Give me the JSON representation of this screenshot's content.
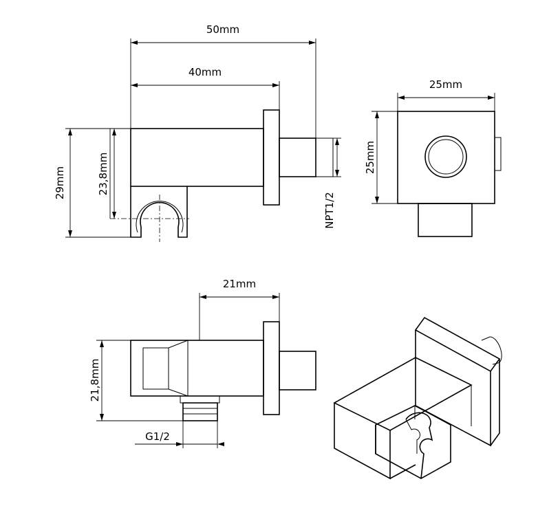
{
  "dimensions": {
    "side_total_length": "50mm",
    "side_body_length": "40mm",
    "side_total_height": "29mm",
    "side_body_height": "23,8mm",
    "side_thread": "NPT1/2",
    "front_width": "25mm",
    "front_height": "25mm",
    "bottom_offset": "21mm",
    "bottom_height": "21,8mm",
    "bottom_thread": "G1/2"
  }
}
